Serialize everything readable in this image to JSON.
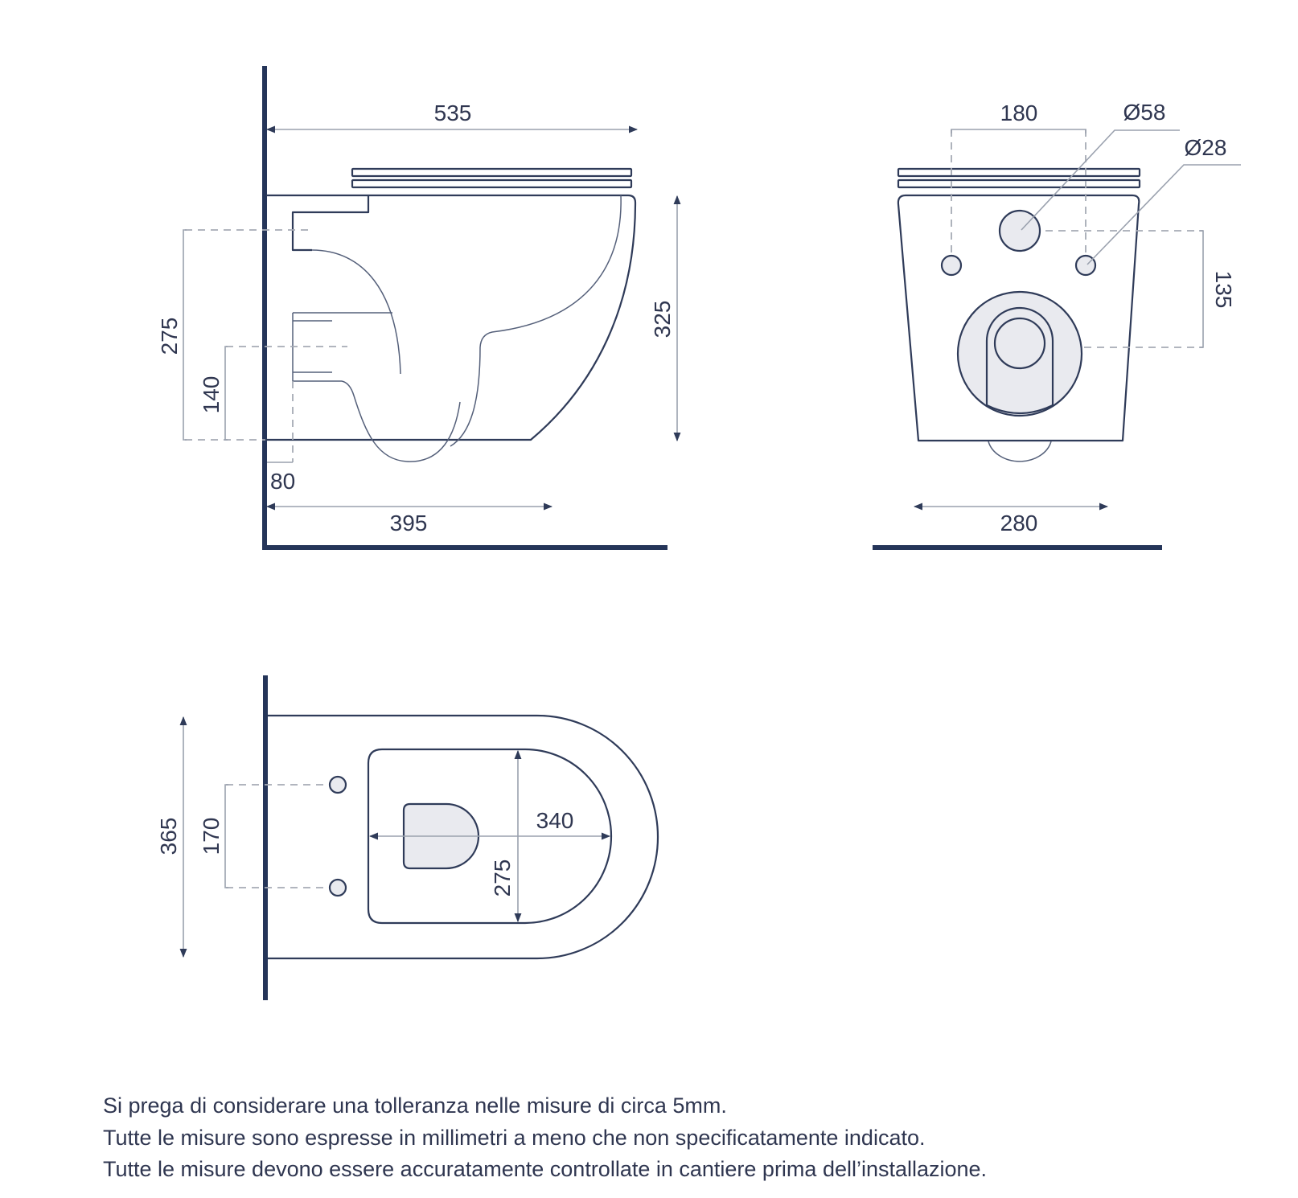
{
  "side_view": {
    "dimensions": {
      "overall_depth": "535",
      "height": "325",
      "inlet_height": "275",
      "outlet_height": "140",
      "outlet_offset": "80",
      "base_depth": "395"
    }
  },
  "front_view": {
    "dimensions": {
      "bolt_spacing": "180",
      "inlet_diameter": "Ø58",
      "bolt_diameter": "Ø28",
      "inlet_outlet_distance": "135",
      "width": "280"
    }
  },
  "top_view": {
    "dimensions": {
      "overall_width": "365",
      "bolt_spacing": "170",
      "inner_length": "340",
      "inner_width": "275"
    }
  },
  "notes": [
    "Si prega di considerare una tolleranza nelle misure di circa 5mm.",
    "Tutte le misure sono espresse in millimetri a meno che non specificatamente indicato.",
    "Tutte le misure devono essere accuratamente controllate in cantiere prima dell’installazione."
  ],
  "colors": {
    "outline": "#2f3b59",
    "wall": "#253559",
    "dimension": "#9aa1ae",
    "fill": "#e9eaef",
    "text": "#2f3650"
  }
}
